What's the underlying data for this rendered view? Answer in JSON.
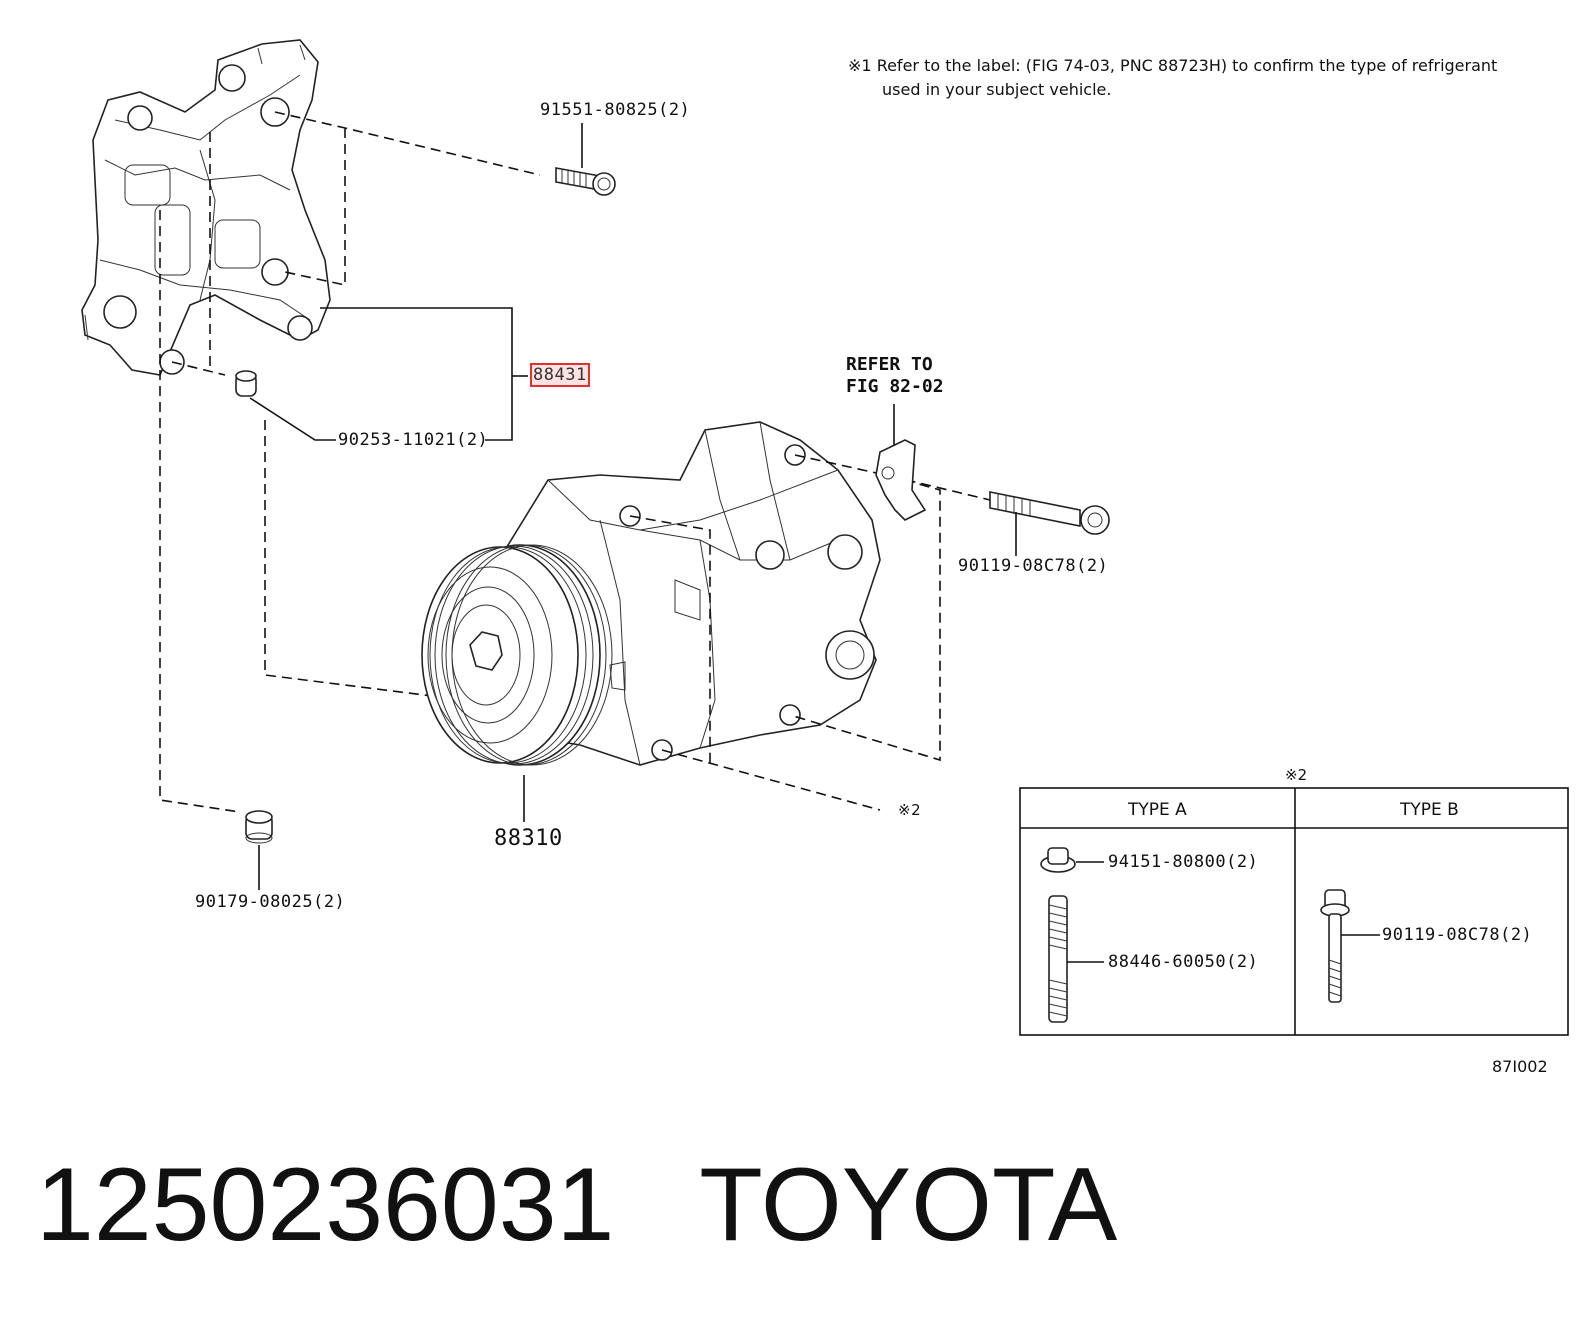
{
  "note": {
    "mark": "※1",
    "line1": "Refer to the label: (FIG 74-03, PNC 88723H) to confirm the type of refrigerant",
    "line2": "used in your subject vehicle."
  },
  "labels": {
    "bolt_top": "91551-80825(2)",
    "bracket_pnc": "88431",
    "collar": "90253-11021(2)",
    "refer_line1": "REFER TO",
    "refer_line2": "FIG 82-02",
    "bolt_right": "90119-08C78(2)",
    "compressor": "88310",
    "ref_mark": "※2",
    "nut_bottom": "90179-08025(2)"
  },
  "type_table": {
    "mark": "※2",
    "type_a": {
      "header": "TYPE A",
      "parts": [
        "94151-80800(2)",
        "88446-60050(2)"
      ]
    },
    "type_b": {
      "header": "TYPE B",
      "parts": [
        "90119-08C78(2)"
      ]
    }
  },
  "figure_code": "87I002",
  "footer": {
    "part_number": "1250236031",
    "brand": "TOYOTA"
  },
  "colors": {
    "highlight_border": "#e03030",
    "highlight_fill": "#fde2e2",
    "line": "#111111"
  }
}
